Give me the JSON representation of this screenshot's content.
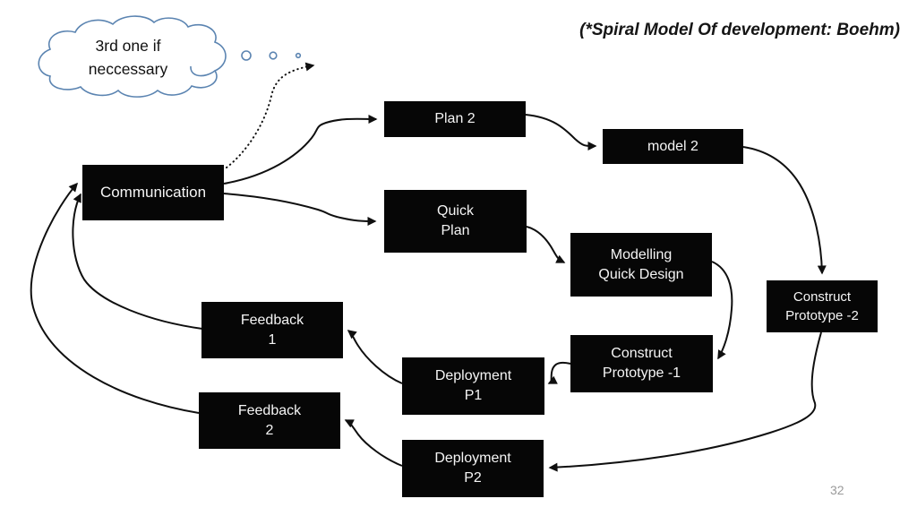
{
  "title": "(*Spiral Model Of development: Boehm)",
  "page_number": "32",
  "cloud": {
    "text": "3rd one if\nneccessary"
  },
  "colors": {
    "box_bg": "#060606",
    "box_text": "#f5f5f5",
    "line": "#0f0f0f",
    "cloud_stroke": "#5b84b1",
    "page_number": "#9a9a9a"
  },
  "nodes": [
    {
      "id": "communication",
      "label": "Communication"
    },
    {
      "id": "plan-2",
      "label": "Plan 2"
    },
    {
      "id": "model-2",
      "label": "model 2"
    },
    {
      "id": "quick-plan",
      "label": "Quick\nPlan"
    },
    {
      "id": "modelling-quick-design",
      "label": "Modelling\nQuick Design"
    },
    {
      "id": "construct-prototype-2",
      "label": "Construct\nPrototype -2"
    },
    {
      "id": "feedback-1",
      "label": "Feedback\n1"
    },
    {
      "id": "deployment-p1",
      "label": "Deployment\nP1"
    },
    {
      "id": "construct-prototype-1",
      "label": "Construct\nPrototype -1"
    },
    {
      "id": "feedback-2",
      "label": "Feedback\n2"
    },
    {
      "id": "deployment-p2",
      "label": "Deployment\nP2"
    }
  ],
  "connections": [
    {
      "from": "communication",
      "to": "plan-2",
      "style": "solid"
    },
    {
      "from": "communication",
      "to": "quick-plan",
      "style": "solid"
    },
    {
      "from": "plan-2",
      "to": "model-2",
      "style": "solid"
    },
    {
      "from": "model-2",
      "to": "construct-prototype-2",
      "style": "solid"
    },
    {
      "from": "construct-prototype-2",
      "to": "deployment-p2",
      "style": "solid"
    },
    {
      "from": "quick-plan",
      "to": "modelling-quick-design",
      "style": "solid"
    },
    {
      "from": "modelling-quick-design",
      "to": "construct-prototype-1",
      "style": "solid"
    },
    {
      "from": "construct-prototype-1",
      "to": "deployment-p1",
      "style": "solid"
    },
    {
      "from": "deployment-p1",
      "to": "feedback-1",
      "style": "solid"
    },
    {
      "from": "deployment-p2",
      "to": "feedback-2",
      "style": "solid"
    },
    {
      "from": "feedback-1",
      "to": "communication",
      "style": "solid"
    },
    {
      "from": "feedback-2",
      "to": "communication",
      "style": "solid"
    },
    {
      "from": "communication",
      "to": "third-iteration-hint",
      "style": "dotted"
    }
  ]
}
